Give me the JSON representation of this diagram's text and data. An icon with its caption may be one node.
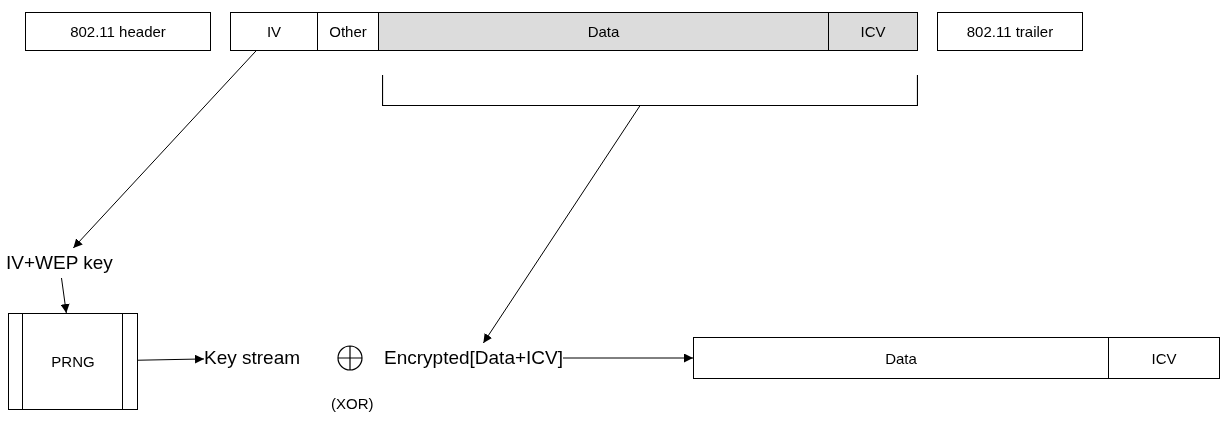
{
  "diagram": {
    "nodes": [
      {
        "text": [
          "802.11 header"
        ]
      },
      {
        "text": [
          "IV"
        ]
      },
      {
        "text": [
          "Other"
        ]
      },
      {
        "text": [
          "Data"
        ]
      },
      {
        "text": [
          "ICV"
        ]
      },
      {
        "text": [
          "802.11 trailer"
        ]
      },
      {
        "text": [],
        "shape": "bracket"
      },
      {
        "text": [
          "IV+WEP key"
        ]
      },
      {
        "text": [
          "PRNG"
        ]
      },
      {
        "text": [
          "Key stream"
        ]
      },
      {
        "text": [],
        "shape": "circle",
        "beside": [
          "(XOR)"
        ]
      },
      {
        "text": [
          "Encrypted[Data+ICV]"
        ]
      },
      {
        "text": [
          "Data"
        ]
      },
      {
        "text": [
          "ICV"
        ]
      }
    ],
    "edges": [
      {
        "from": 1,
        "to": 7,
        "arrow": "to"
      },
      {
        "from": 6,
        "to": 11,
        "arrow": "to"
      },
      {
        "from": 7,
        "to": 8,
        "arrow": "to"
      },
      {
        "from": 8,
        "to": 9,
        "arrow": "to"
      },
      {
        "from": 11,
        "to": 12,
        "arrow": "to"
      }
    ]
  }
}
